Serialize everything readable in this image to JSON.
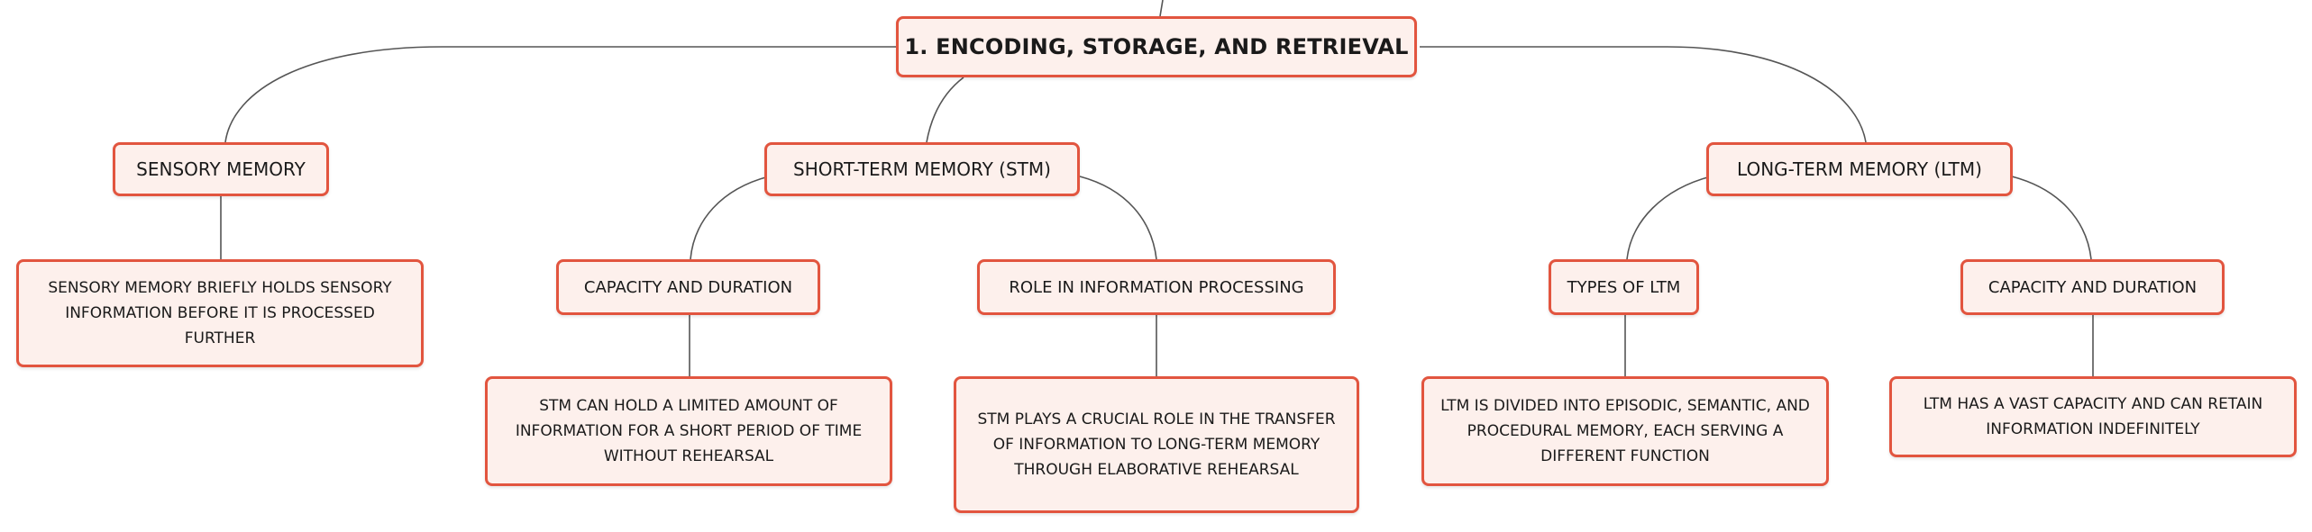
{
  "colors": {
    "border": "#e2553f",
    "fill": "#fdf0ec",
    "line": "#555555",
    "text": "#1a1a1a"
  },
  "root": {
    "label": "1. ENCODING, STORAGE, AND RETRIEVAL"
  },
  "sensory": {
    "label": "SENSORY MEMORY",
    "desc": "SENSORY MEMORY BRIEFLY HOLDS SENSORY INFORMATION BEFORE IT IS PROCESSED FURTHER"
  },
  "stm": {
    "label": "SHORT-TERM MEMORY (STM)",
    "capacity": {
      "label": "CAPACITY AND DURATION",
      "desc": "STM CAN HOLD A LIMITED AMOUNT OF INFORMATION FOR A SHORT PERIOD OF TIME WITHOUT REHEARSAL"
    },
    "role": {
      "label": "ROLE IN INFORMATION PROCESSING",
      "desc": "STM PLAYS A CRUCIAL ROLE IN THE TRANSFER OF INFORMATION TO LONG-TERM MEMORY THROUGH ELABORATIVE REHEARSAL"
    }
  },
  "ltm": {
    "label": "LONG-TERM MEMORY (LTM)",
    "types": {
      "label": "TYPES OF LTM",
      "desc": "LTM IS DIVIDED INTO EPISODIC, SEMANTIC, AND PROCEDURAL MEMORY, EACH SERVING A DIFFERENT FUNCTION"
    },
    "capacity": {
      "label": "CAPACITY AND DURATION",
      "desc": "LTM HAS A VAST CAPACITY AND CAN RETAIN INFORMATION INDEFINITELY"
    }
  }
}
